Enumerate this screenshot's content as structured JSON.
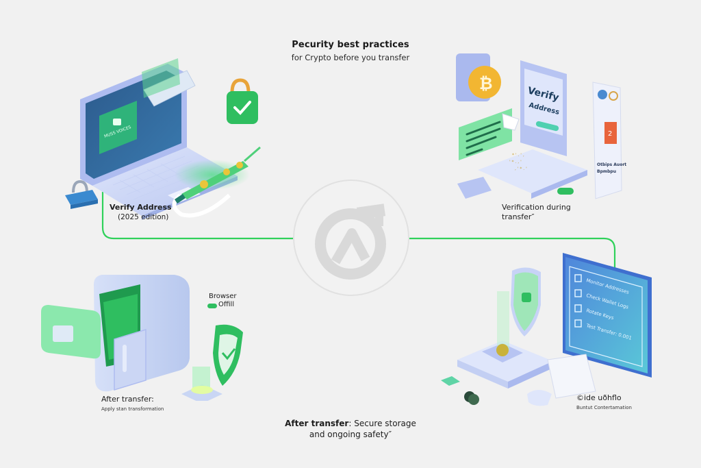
{
  "header": {
    "title": "Pecurity best practices",
    "subtitle": "for Crypto before you transfer"
  },
  "colors": {
    "background": "#f1f1f1",
    "accent_green": "#2fd15a",
    "light_green": "#7de8a0",
    "lavender": "#c9d3f5",
    "blue_screen": "#4a7fd8",
    "gold": "#f2b632",
    "orange": "#e8643c"
  },
  "steps": [
    {
      "id": "verify-address",
      "position": "top-left",
      "title": "Verify Address",
      "subtitle": "(2025 edition)",
      "illustration": {
        "screen_text": "MUSS VOICES",
        "icons": [
          "laptop-icon",
          "padlock-check-icon",
          "padlock-icon",
          "hardware-wallet-icon",
          "coin-icon"
        ]
      }
    },
    {
      "id": "verification-during-transfer",
      "position": "top-right",
      "title": "Verification during",
      "title_line2": "transfer″",
      "illustration": {
        "card_title_line1": "Verify",
        "card_title_line2": "Address",
        "receipt_text_line1": "Otbips Auort",
        "receipt_text_line2": "Bpmbpu",
        "icons": [
          "bitcoin-icon",
          "pointer-hand-icon",
          "receipt-icon",
          "card-icon",
          "toggle-icon"
        ]
      }
    },
    {
      "id": "after-transfer-left",
      "position": "bottom-left",
      "title": "After transfer:",
      "subtitle": "Apply stan transformation",
      "side_label_line1": "Browser",
      "side_label_line2": "Offill",
      "illustration": {
        "icons": [
          "safe-icon",
          "wallet-icon",
          "shield-check-icon",
          "toggle-icon",
          "glowing-cube-icon"
        ]
      }
    },
    {
      "id": "after-transfer-right",
      "position": "bottom-right",
      "title": "©ide uðhflo",
      "subtitle": "Buntut Contertamation",
      "illustration": {
        "checklist": [
          "Monitor Addresses",
          "Check Wallet Logs",
          "Rotate Keys",
          "Test Transfer: 0.001"
        ],
        "icons": [
          "shield-check-icon",
          "coin-vault-icon",
          "checklist-screen-icon",
          "paper-icon",
          "coin-stack-icon"
        ]
      }
    }
  ],
  "center_emblem": {
    "icon": "crypto-logo-icon"
  },
  "footer": {
    "bold_text": "After transfer",
    "text": ": Secure storage",
    "text_line2": "and ongoing safety″"
  }
}
